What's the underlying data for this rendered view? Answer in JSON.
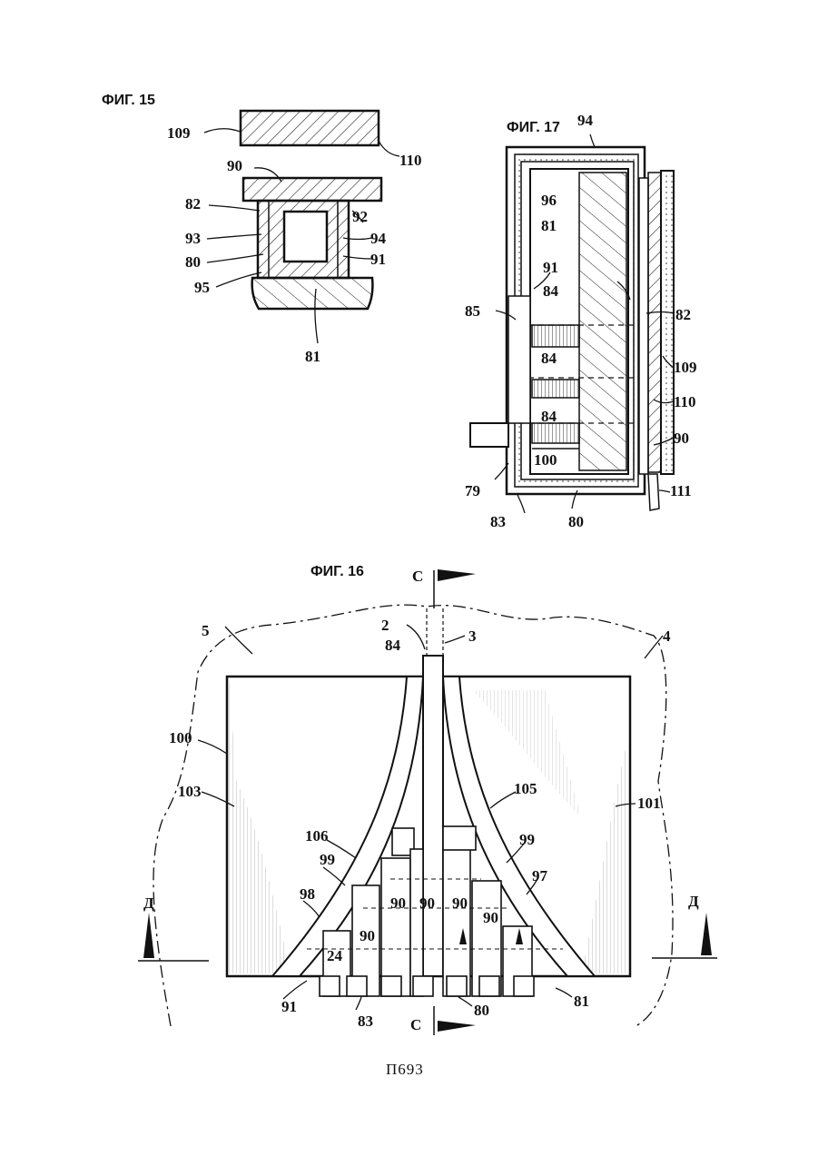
{
  "page": {
    "sheet_number": "П693"
  },
  "fig15": {
    "caption": "ФИГ. 15",
    "labels": {
      "l109": "109",
      "l110": "110",
      "l90": "90",
      "l82": "82",
      "l92": "92",
      "l93": "93",
      "l94": "94",
      "l80": "80",
      "l91": "91",
      "l95": "95",
      "l81": "81"
    }
  },
  "fig17": {
    "caption": "ФИГ. 17",
    "labels": {
      "l94": "94",
      "l96": "96",
      "l81": "81",
      "l91": "91",
      "l84a": "84",
      "l85": "85",
      "l82": "82",
      "l84b": "84",
      "l109": "109",
      "l110": "110",
      "l84c": "84",
      "l90": "90",
      "l100": "100",
      "l79": "79",
      "l111": "111",
      "l83": "83",
      "l80": "80"
    }
  },
  "fig16": {
    "caption": "ФИГ. 16",
    "labels": {
      "c_top": "C",
      "c_bottom": "C",
      "l5": "5",
      "l2": "2",
      "l3": "3",
      "l4": "4",
      "l84": "84",
      "l100": "100",
      "l101": "101",
      "l103": "103",
      "l105": "105",
      "l106": "106",
      "l99a": "99",
      "l99b": "99",
      "l98": "98",
      "l97": "97",
      "l90a": "90",
      "l90b": "90",
      "l90c": "90",
      "l90d": "90",
      "l90e": "90",
      "l24": "24",
      "l91": "91",
      "l83": "83",
      "l80": "80",
      "l81": "81",
      "d_left": "Д",
      "d_right": "Д"
    }
  }
}
